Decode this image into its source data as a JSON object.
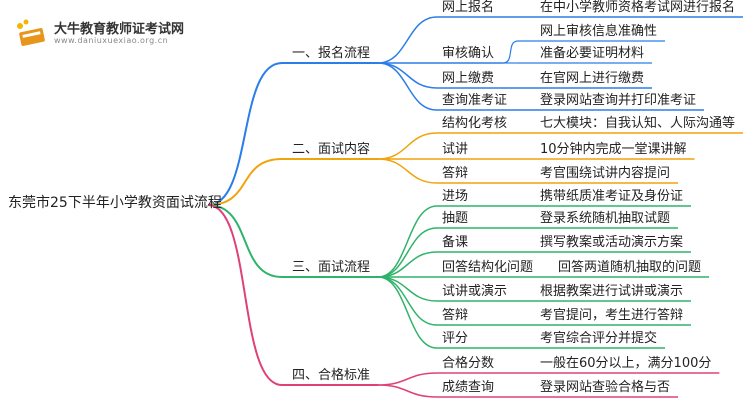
{
  "logo": {
    "title": "大牛教育教师证考试网",
    "url": "www.daniuxuexiao.org.cn"
  },
  "root": "东莞市25下半年小学教资面试流程",
  "branches": [
    {
      "label": "一、报名流程",
      "color": "#2b7de9",
      "children": [
        {
          "label": "网上报名",
          "leaf": "在中小学教师资格考试网进行报名"
        },
        {
          "label": "审核确认",
          "leaves": [
            "网上审核信息准确性",
            "准备必要证明材料"
          ]
        },
        {
          "label": "网上缴费",
          "leaf": "在官网上进行缴费"
        },
        {
          "label": "查询准考证",
          "leaf": "登录网站查询并打印准考证"
        }
      ]
    },
    {
      "label": "二、面试内容",
      "color": "#f0a30a",
      "children": [
        {
          "label": "结构化考核",
          "leaf": "七大模块：自我认知、人际沟通等"
        },
        {
          "label": "试讲",
          "leaf": "10分钟内完成一堂课讲解"
        },
        {
          "label": "答辩",
          "leaf": "考官围绕试讲内容提问"
        }
      ]
    },
    {
      "label": "三、面试流程",
      "color": "#2fb36a",
      "children": [
        {
          "label": "进场",
          "leaf": "携带纸质准考证及身份证"
        },
        {
          "label": "抽题",
          "leaf": "登录系统随机抽取试题"
        },
        {
          "label": "备课",
          "leaf": "撰写教案或活动演示方案"
        },
        {
          "label": "回答结构化问题",
          "leaf": "回答两道随机抽取的问题"
        },
        {
          "label": "试讲或演示",
          "leaf": "根据教案进行试讲或演示"
        },
        {
          "label": "答辩",
          "leaf": "考官提问，考生进行答辩"
        },
        {
          "label": "评分",
          "leaf": "考官综合评分并提交"
        }
      ]
    },
    {
      "label": "四、合格标准",
      "color": "#e0407a",
      "children": [
        {
          "label": "合格分数",
          "leaf": "一般在60分以上，满分100分"
        },
        {
          "label": "成绩查询",
          "leaf": "登录网站查验合格与否"
        }
      ]
    }
  ]
}
